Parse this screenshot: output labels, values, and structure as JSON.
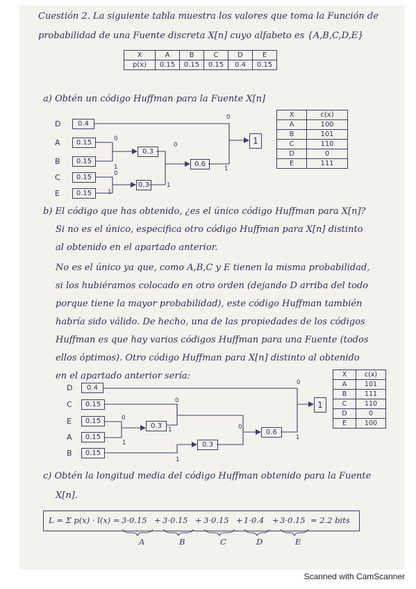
{
  "question": {
    "line1": "Cuestión 2. La siguiente tabla muestra los valores que toma la Función de",
    "line2": "probabilidad de una Fuente discreta X[n] cuyo alfabeto es {A,B,C,D,E}"
  },
  "prob_table": {
    "header": [
      "X",
      "A",
      "B",
      "C",
      "D",
      "E"
    ],
    "row": [
      "p(x)",
      "0.15",
      "0.15",
      "0.15",
      "0.4",
      "0.15"
    ]
  },
  "part_a": {
    "title": "a) Obtén un código Huffman para la Fuente X[n]",
    "tree": {
      "symbols": [
        "D",
        "A",
        "B",
        "C",
        "E"
      ],
      "probs": [
        "0.4",
        "0.15",
        "0.15",
        "0.15",
        "0.15"
      ],
      "merges": [
        "0.3",
        "0.3",
        "0.6",
        "1"
      ],
      "bits": [
        "0",
        "1",
        "0",
        "1",
        "0",
        "1",
        "0",
        "1"
      ]
    },
    "code_table": {
      "header": [
        "X",
        "c(x)"
      ],
      "rows": [
        [
          "A",
          "100"
        ],
        [
          "B",
          "101"
        ],
        [
          "C",
          "110"
        ],
        [
          "D",
          "0"
        ],
        [
          "E",
          "111"
        ]
      ]
    }
  },
  "part_b": {
    "lines": [
      "b) El código que has obtenido, ¿es el único código Huffman para X[n]?",
      "Si no es el único, especifica otro código Huffman para X[n] distinto",
      "al obtenido en el apartado anterior.",
      "No es el único ya que, como A,B,C y E tienen la misma probabilidad,",
      "si los hubiéramos colocado en otro orden (dejando D arriba del todo",
      "porque tiene la mayor probabilidad), este código Huffman también",
      "habría sido válido. De hecho, una de las propiedades de los códigos",
      "Huffman es que hay varios códigos Huffman para una Fuente (todos",
      "ellos óptimos). Otro código Huffman para X[n] distinto al obtenido",
      "en el apartado anterior sería:"
    ],
    "tree": {
      "symbols": [
        "D",
        "C",
        "E",
        "A",
        "B"
      ],
      "probs": [
        "0.4",
        "0.15",
        "0.15",
        "0.15",
        "0.15"
      ],
      "merges": [
        "0.3",
        "0.3",
        "0.6",
        "1"
      ],
      "bits": [
        "0",
        "1",
        "0",
        "1",
        "0",
        "1",
        "0",
        "1"
      ]
    },
    "code_table": {
      "header": [
        "X",
        "c(x)"
      ],
      "rows": [
        [
          "A",
          "101"
        ],
        [
          "B",
          "111"
        ],
        [
          "C",
          "110"
        ],
        [
          "D",
          "0"
        ],
        [
          "E",
          "100"
        ]
      ]
    }
  },
  "part_c": {
    "line1": "c) Obtén la longitud media del código Huffman obtenido para la Fuente",
    "line2": "X[n].",
    "formula": "L = Σ p(x) · l(x) = 3·0.15 + 3·0.15 + 3·0.15 + 1·0.4 + 3·0.15 = 2.2 bits",
    "formula_parts": {
      "lhs": "L = Σ p(x) · l(x) =",
      "terms": [
        "3·0.15",
        "3·0.15",
        "3·0.15",
        "1·0.4",
        "3·0.15"
      ],
      "result": "= 2.2 bits"
    },
    "under_labels": [
      "A",
      "B",
      "C",
      "D",
      "E"
    ]
  },
  "footer": "Scanned with CamScanner",
  "colors": {
    "ink": "#2d2f66",
    "paper": "#f4f2ec"
  }
}
